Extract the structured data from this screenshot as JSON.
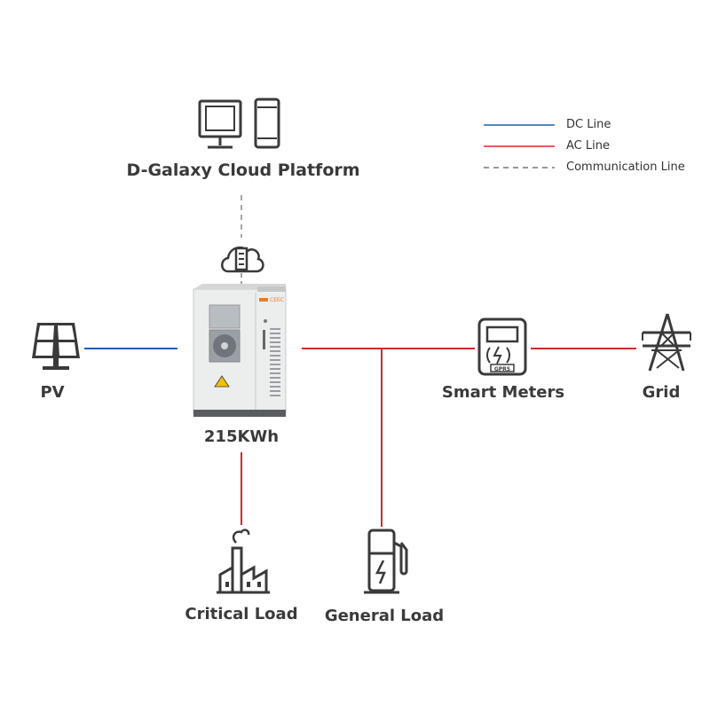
{
  "legend": {
    "dc_label": "DC Line",
    "ac_label": "AC Line",
    "comm_label": "Communication Line"
  },
  "colors": {
    "dc_line": "#1f5fb0",
    "ac_line": "#d12b2b",
    "comm_line": "#777777",
    "icon": "#3a3a3a",
    "accent": "#f07a1a",
    "warning": "#f2c200"
  },
  "nodes": {
    "cloud_platform": {
      "label": "D-Galaxy Cloud Platform",
      "icons": [
        "monitor-icon",
        "smartphone-icon"
      ]
    },
    "cloud_gateway": {
      "icon": "cloud-icon"
    },
    "pv": {
      "label": "PV",
      "icon": "solar-panel-icon"
    },
    "storage": {
      "label": "215KWh",
      "icon": "battery-cabinet-icon",
      "brand": "CEEC"
    },
    "smart_meters": {
      "label": "Smart Meters",
      "icon": "smart-meter-icon",
      "meter_text": "GPRS"
    },
    "grid": {
      "label": "Grid",
      "icon": "power-tower-icon"
    },
    "critical_load": {
      "label": "Critical Load",
      "icon": "factory-icon"
    },
    "general_load": {
      "label": "General Load",
      "icon": "charging-station-icon"
    }
  }
}
